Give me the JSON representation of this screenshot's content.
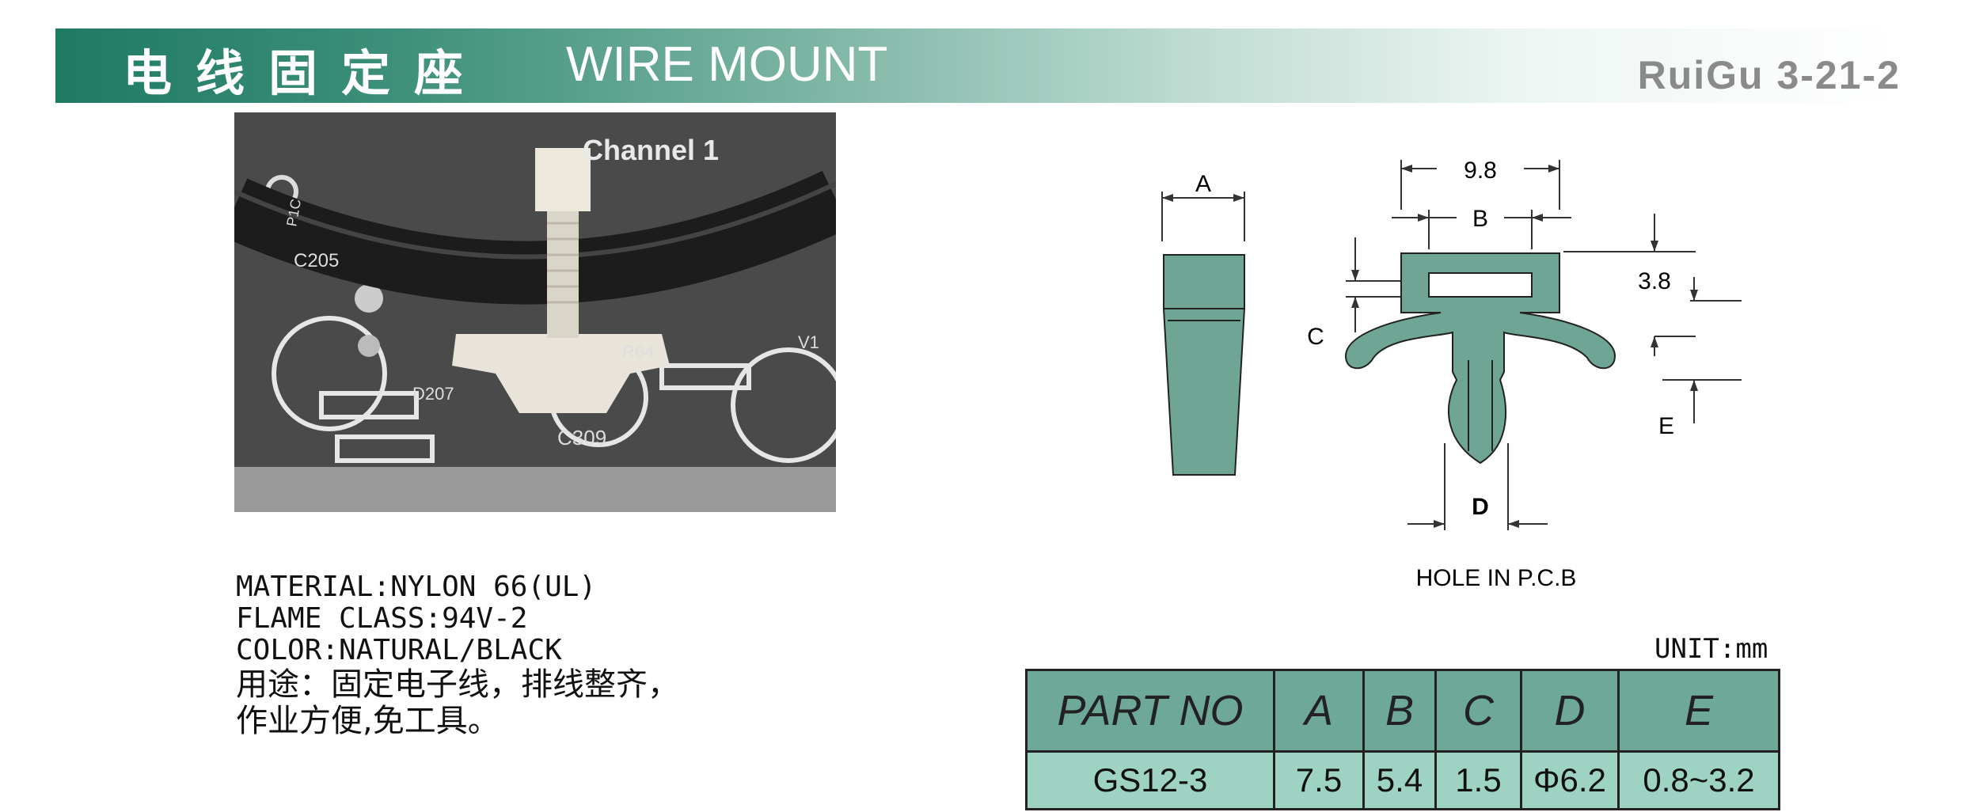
{
  "header": {
    "title_cn": "电线固定座",
    "title_en": "WIRE MOUNT",
    "code": "RuiGu 3-21-2"
  },
  "photo": {
    "pcb_text": "Channel 1",
    "labels": [
      "P1C",
      "C205",
      "D207",
      "C309",
      "R64",
      "V1"
    ]
  },
  "specs": {
    "material": "MATERIAL:NYLON 66(UL)",
    "flame": "FLAME CLASS:94V-2",
    "color": "COLOR:NATURAL/BLACK",
    "use_line1": "用途：固定电子线，排线整齐，",
    "use_line2": "作业方便,免工具。"
  },
  "drawing": {
    "dim_a": "A",
    "dim_98": "9.8",
    "dim_b": "B",
    "dim_38": "3.8",
    "dim_c": "C",
    "dim_e": "E",
    "dim_d": "D",
    "caption": "HOLE IN P.C.B"
  },
  "unit": "UNIT:mm",
  "table": {
    "headers": [
      "PART NO",
      "A",
      "B",
      "C",
      "D",
      "E"
    ],
    "rows": [
      [
        "GS12-3",
        "7.5",
        "5.4",
        "1.5",
        "Φ6.2",
        "0.8~3.2"
      ]
    ]
  },
  "colors": {
    "accent": "#1f7a64",
    "part_fill": "#6fa594",
    "table_header": "#6ea898",
    "table_row": "#9ed3c4"
  }
}
